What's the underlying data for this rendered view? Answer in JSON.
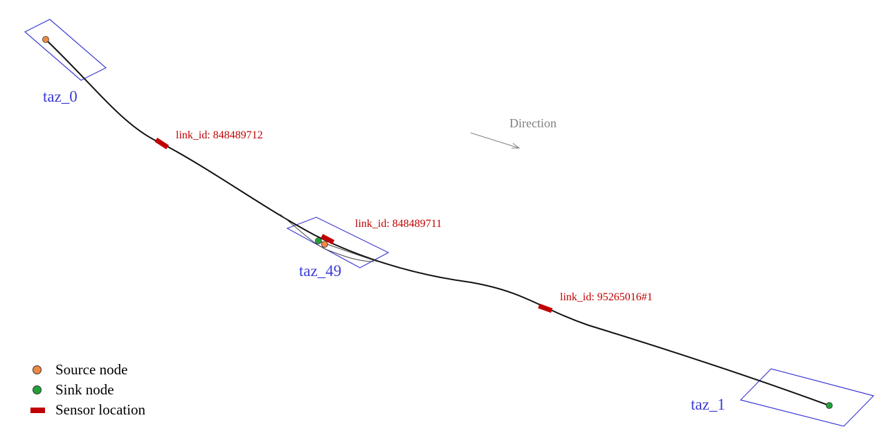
{
  "colors": {
    "source": "#ee8844",
    "sink": "#22a03a",
    "sensor": "#c00000",
    "zone": "#3b3bd4",
    "road": "#111111",
    "direction": "#808080"
  },
  "zones": [
    {
      "label": "taz_0"
    },
    {
      "label": "taz_49"
    },
    {
      "label": "taz_1"
    }
  ],
  "sensors": [
    {
      "label": "link_id: 848489712"
    },
    {
      "label": "link_id: 848489711"
    },
    {
      "label": "link_id: 95265016#1"
    }
  ],
  "direction": {
    "label": "Direction"
  },
  "legend": {
    "source": "Source node",
    "sink": "Sink node",
    "sensor": "Sensor location"
  }
}
